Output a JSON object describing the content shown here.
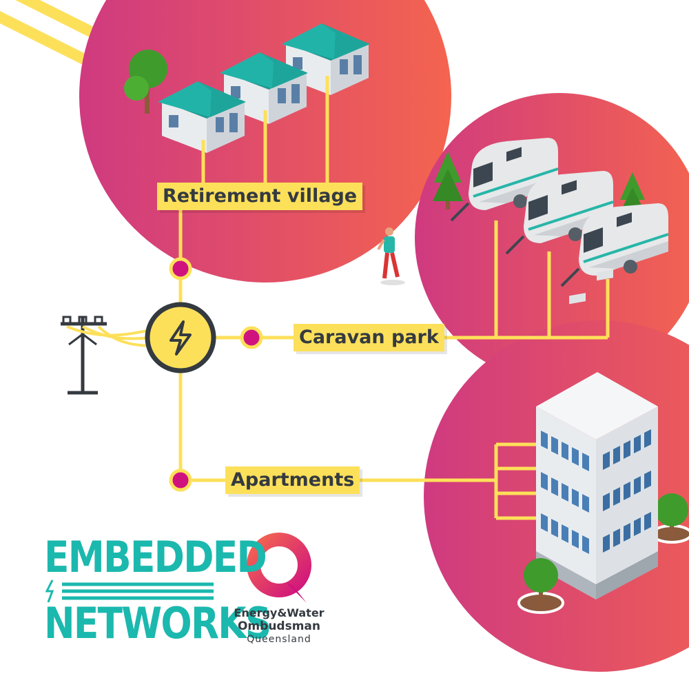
{
  "diagram": {
    "labels": {
      "retirement": "Retirement village",
      "caravan": "Caravan park",
      "apartments": "Apartments"
    }
  },
  "logos": {
    "embedded_networks": {
      "line1": "EMBEDDED",
      "line2": "NETWORKS"
    },
    "ombudsman": {
      "line1": "Energy&Water",
      "line2": "Ombudsman",
      "line3": "Queensland"
    }
  },
  "colors": {
    "circle_gradient_start": "#cf3a80",
    "circle_gradient_end": "#f4644f",
    "line_yellow": "#fde05a",
    "node_magenta": "#d0127f",
    "dark_grey": "#343a40",
    "teal": "#1bb8ae",
    "roof_teal": "#22b3a8"
  }
}
